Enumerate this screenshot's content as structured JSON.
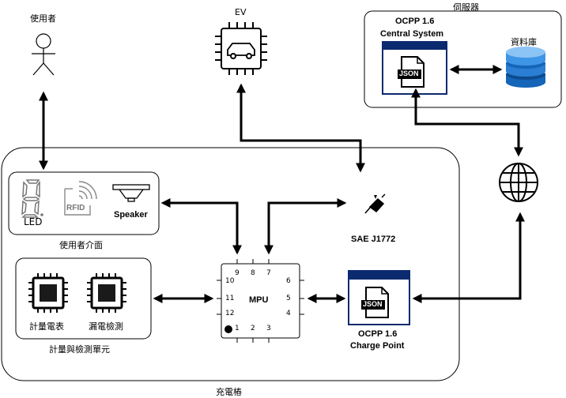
{
  "labels": {
    "user": "使用者",
    "ev": "EV",
    "server": "伺服器",
    "central_line1": "OCPP 1.6",
    "central_line2": "Central System",
    "database": "資料庫",
    "led": "LED",
    "rfid": "RFID",
    "speaker": "Speaker",
    "user_interface": "使用者介面",
    "sae": "SAE J1772",
    "mpu": "MPU",
    "meter": "計量電表",
    "leakage": "漏電檢測",
    "metering_unit": "計量與檢測單元",
    "cp_line1": "OCPP 1.6",
    "cp_line2": "Charge Point",
    "charger": "充電樁",
    "json_central": "JSON",
    "json_cp": "JSON"
  },
  "pins": {
    "p9": "9",
    "p8": "8",
    "p7": "7",
    "p10": "10",
    "p11": "11",
    "p12": "12",
    "p6": "6",
    "p5": "5",
    "p4": "4",
    "p1": "1",
    "p2": "2",
    "p3": "3"
  },
  "icons": [
    "person-icon",
    "ev-chip-icon",
    "json-file-icon",
    "database-icon",
    "globe-icon",
    "seven-segment-icon",
    "rfid-icon",
    "speaker-icon",
    "charging-plug-icon",
    "chip-icon"
  ]
}
